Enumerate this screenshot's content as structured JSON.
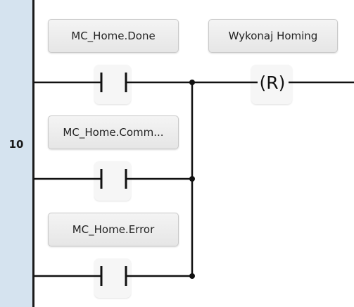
{
  "rung": {
    "number": "10"
  },
  "contacts": [
    {
      "tag": "MC_Home.Done",
      "type": "normally-open"
    },
    {
      "tag": "MC_Home.Comm...",
      "type": "normally-open"
    },
    {
      "tag": "MC_Home.Error",
      "type": "normally-open"
    }
  ],
  "coil": {
    "tag": "Wykonaj Homing",
    "symbol": "(R)",
    "type": "reset"
  }
}
